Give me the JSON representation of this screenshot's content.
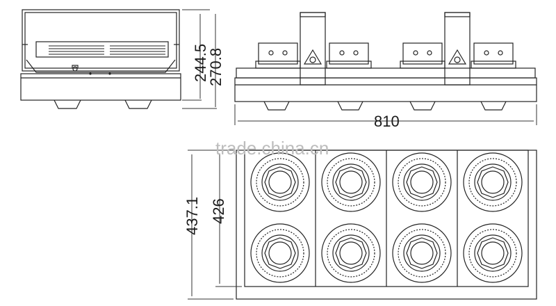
{
  "watermark": "trade.china.cn",
  "dimensions": {
    "side_height_inner": "244.5",
    "side_height_outer": "270.8",
    "front_width": "810",
    "top_depth_outer": "437.1",
    "top_depth_inner": "426"
  },
  "views": {
    "front_lamp_head_count": 4,
    "top_lamp_count": 8
  }
}
